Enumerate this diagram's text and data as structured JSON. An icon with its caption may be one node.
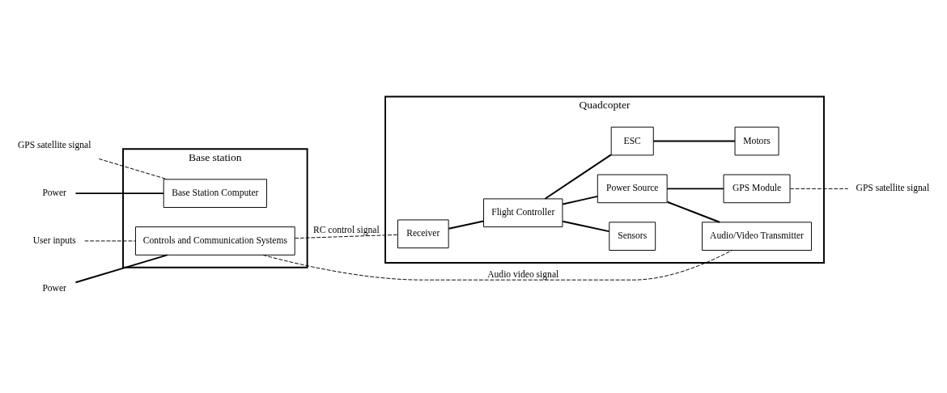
{
  "diagram": {
    "nodes": [
      {
        "text": [
          "Base station"
        ]
      },
      {
        "text": [
          "Base Station Computer"
        ],
        "in": 0
      },
      {
        "text": [
          "Controls and Communication Systems"
        ],
        "in": 0
      },
      {
        "text": [
          "Quadcopter"
        ]
      },
      {
        "text": [
          "Receiver"
        ],
        "in": 3
      },
      {
        "text": [
          "Flight Controller"
        ],
        "in": 3
      },
      {
        "text": [
          "ESC"
        ],
        "in": 3
      },
      {
        "text": [
          "Sensors"
        ],
        "in": 3
      },
      {
        "text": [
          "Motors"
        ],
        "in": 3
      },
      {
        "text": [
          "Power Source"
        ],
        "in": 3
      },
      {
        "text": [
          "Audio/Video Transmitter"
        ],
        "in": 3
      },
      {
        "text": [
          "GPS Module"
        ],
        "in": 3
      },
      {
        "text": [
          "GPS satellite signal"
        ]
      },
      {
        "text": [
          "Power"
        ]
      },
      {
        "text": [
          "User inputs"
        ]
      },
      {
        "text": [
          "Power"
        ]
      },
      {
        "text": [
          "GPS satellite signal"
        ]
      }
    ],
    "edges": [
      {
        "from": 12,
        "to": 1,
        "arrow": "none",
        "style": "dashed"
      },
      {
        "from": 13,
        "to": 1,
        "arrow": "none"
      },
      {
        "from": 14,
        "to": 2,
        "arrow": "none",
        "style": "dashed"
      },
      {
        "from": 15,
        "to": 2,
        "arrow": "none"
      },
      {
        "from": 2,
        "to": 4,
        "arrow": "none",
        "style": "dashed",
        "label": "RC control signal"
      },
      {
        "from": 2,
        "to": 10,
        "arrow": "none",
        "style": "dashed",
        "label": "Audio video signal"
      },
      {
        "from": 4,
        "to": 5,
        "arrow": "none"
      },
      {
        "from": 5,
        "to": 6,
        "arrow": "none"
      },
      {
        "from": 6,
        "to": 8,
        "arrow": "none"
      },
      {
        "from": 5,
        "to": 7,
        "arrow": "none"
      },
      {
        "from": 5,
        "to": 9,
        "arrow": "none"
      },
      {
        "from": 9,
        "to": 10,
        "arrow": "none"
      },
      {
        "from": 9,
        "to": 11,
        "arrow": "none"
      },
      {
        "from": 11,
        "to": 16,
        "arrow": "none",
        "style": "dashed"
      }
    ]
  }
}
